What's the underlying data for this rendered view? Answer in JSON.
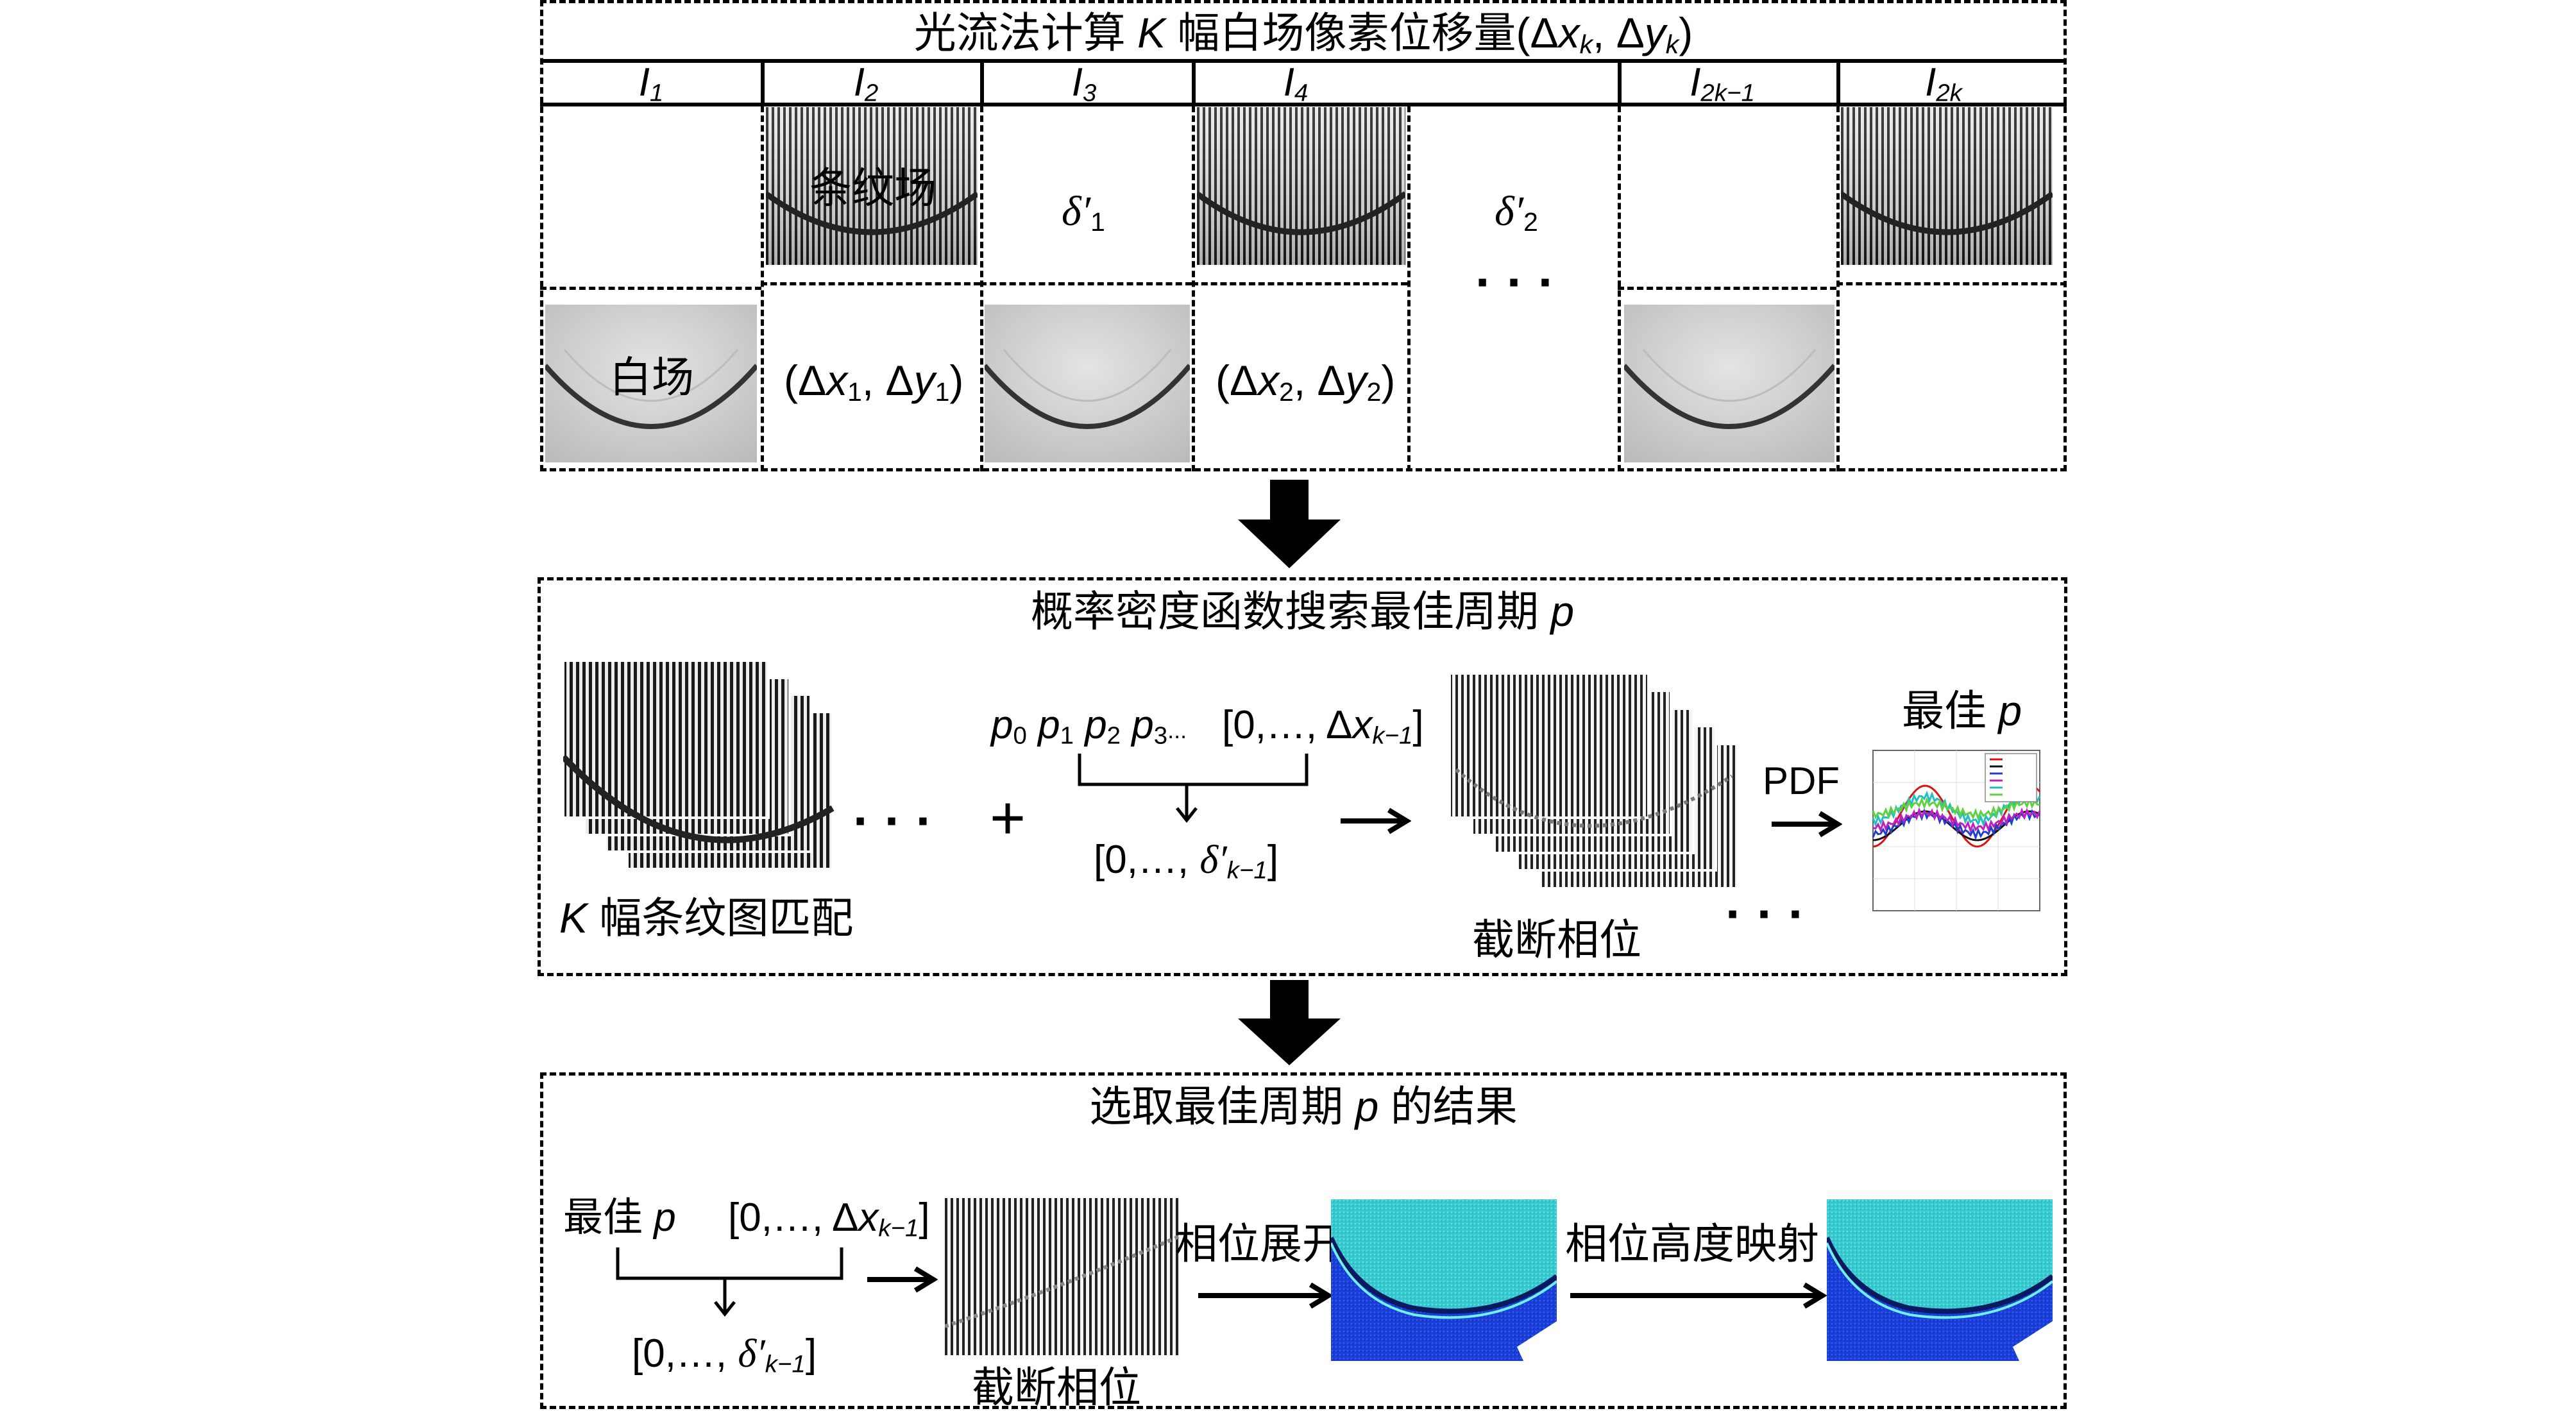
{
  "panel1": {
    "title_pre": "光流法计算",
    "title_k": "K",
    "title_mid": "幅白场像素位移量(Δ",
    "title_x": "x",
    "title_k2": "k",
    "title_comma": ", Δ",
    "title_y": "y",
    "title_k3": "k",
    "title_end": ")",
    "headers": [
      {
        "base": "I",
        "sub": "1"
      },
      {
        "base": "I",
        "sub": "2"
      },
      {
        "base": "I",
        "sub": "3"
      },
      {
        "base": "I",
        "sub": "4"
      },
      {
        "base": "I",
        "sub": "2k−1"
      },
      {
        "base": "I",
        "sub": "2k"
      }
    ],
    "fringe_label": "条纹场",
    "white_label": "白场",
    "delta1": {
      "sym": "δ′",
      "sub": "1"
    },
    "delta2": {
      "sym": "δ′",
      "sub": "2"
    },
    "dots": "· · ·",
    "disp1": {
      "open": "(Δ",
      "x": "x",
      "s1": "1",
      "mid": ", Δ",
      "y": "y",
      "s2": "1",
      "close": ")"
    },
    "disp2": {
      "open": "(Δ",
      "x": "x",
      "s1": "2",
      "mid": ", Δ",
      "y": "y",
      "s2": "2",
      "close": ")"
    }
  },
  "panel2": {
    "title_pre": "概率密度函数搜索最佳周期",
    "title_p": "p",
    "stack_label_k": "K",
    "stack_label": "幅条纹图匹配",
    "dots": "· · ·",
    "plus": "+",
    "p_seq": [
      {
        "b": "p",
        "s": "0"
      },
      {
        "b": "p",
        "s": "1"
      },
      {
        "b": "p",
        "s": "2"
      },
      {
        "b": "p",
        "s": "3"
      }
    ],
    "p_ellipsis": "...",
    "dx_range": {
      "open": "[0,…, Δ",
      "x": "x",
      "sub": "k−1",
      "close": "]"
    },
    "delta_range": {
      "open": "[0,…, ",
      "d": "δ′",
      "sub": "k−1",
      "close": "]"
    },
    "wrapped_label": "截断相位",
    "dots2": "· · ·",
    "pdf_label": "PDF",
    "best_label": "最佳",
    "best_p": "p"
  },
  "panel3": {
    "title_pre": "选取最佳周期",
    "title_p": "p",
    "title_post": "的结果",
    "best_label": "最佳",
    "best_p": "p",
    "dx_range": {
      "open": "[0,…, Δ",
      "x": "x",
      "sub": "k−1",
      "close": "]"
    },
    "delta_range": {
      "open": "[0,…, ",
      "d": "δ′",
      "sub": "k−1",
      "close": "]"
    },
    "wrapped_label": "截断相位",
    "unwrap_label": "相位展开",
    "height_label": "相位高度映射"
  },
  "colors": {
    "pdf_series": [
      "#e01010",
      "#101010",
      "#1f3fd0",
      "#c020c0",
      "#20c0c0",
      "#60d040"
    ],
    "coin_blue": "#1a3fd8",
    "coin_cyan": "#40d8d0"
  }
}
